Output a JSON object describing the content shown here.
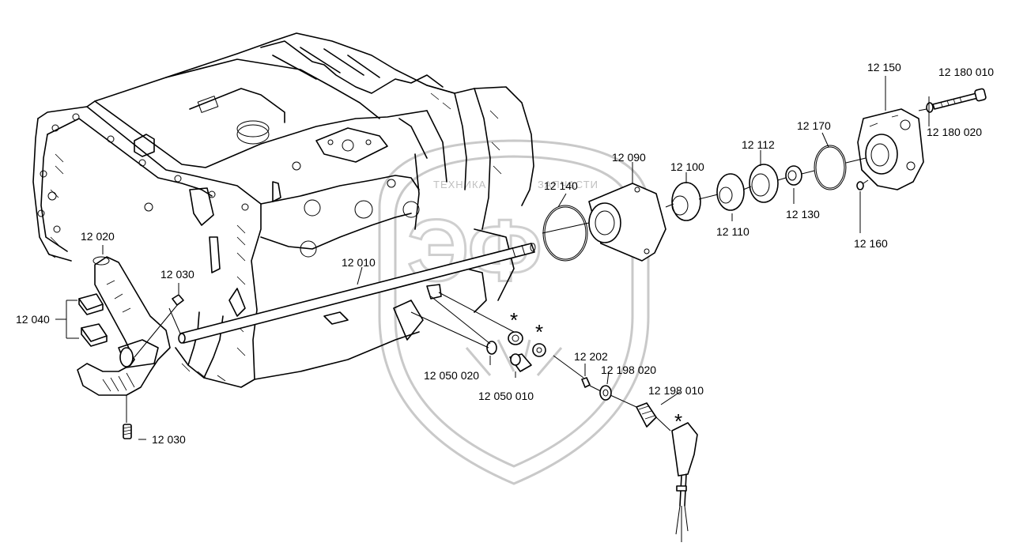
{
  "watermark": {
    "line1": "ТЕХНИКА",
    "line2": "ЗАПЧАСТИ",
    "mark": "ЭФ"
  },
  "labels": {
    "p12150": "12 150",
    "p12180010": "12 180 010",
    "p12180020": "12 180 020",
    "p12170": "12 170",
    "p12112": "12 112",
    "p12090": "12 090",
    "p12100": "12 100",
    "p12140": "12 140",
    "p12110": "12 110",
    "p12130": "12 130",
    "p12160": "12 160",
    "p12020": "12 020",
    "p12030a": "12 030",
    "p12030b": "12 030",
    "p12040": "12 040",
    "p12010": "12 010",
    "p12050020": "12 050 020",
    "p12050010": "12 050 010",
    "p12202": "12 202",
    "p12198020": "12 198 020",
    "p12198010": "12 198 010",
    "star1": "*",
    "star2": "*",
    "star3": "*"
  }
}
